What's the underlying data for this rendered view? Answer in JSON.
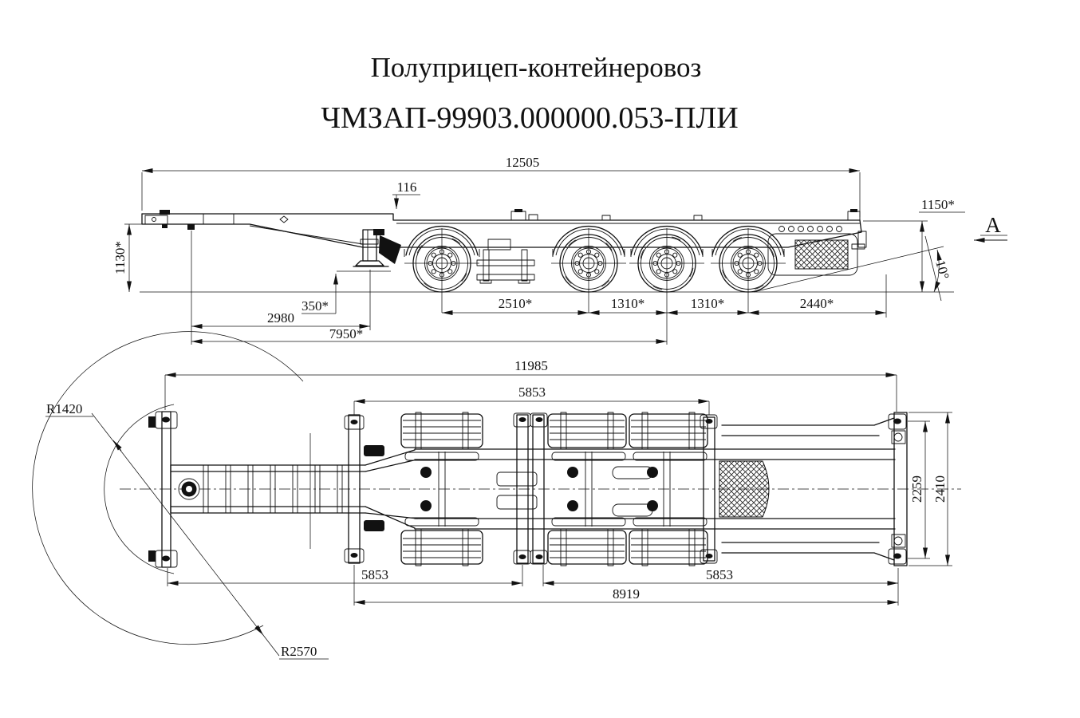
{
  "title": {
    "line1": "Полуприцеп-контейнеровоз",
    "line2": "ЧМЗАП-99903.000000.053-ПЛИ"
  },
  "side_view": {
    "view_label": "А",
    "dims": {
      "overall_length": "12505",
      "deck_step": "116",
      "rear_deck_height": "1150*",
      "front_deck_height": "1130*",
      "ground_clearance": "350*",
      "kingpin_to_legs": "2980",
      "kingpin_to_third_axle": "7950*",
      "axle_spacing_1": "2510*",
      "axle_spacing_2": "1310*",
      "axle_spacing_3": "1310*",
      "rear_overhang": "2440*",
      "departure_angle": "10°"
    }
  },
  "plan_view": {
    "dims": {
      "frame_length": "11985",
      "lock_span_top": "5853",
      "lock_span_left": "5853",
      "lock_span_right": "5853",
      "lock_span_total": "8919",
      "width_inner": "2259",
      "width_outer": "2410",
      "radius_front": "R1420",
      "radius_rear": "R2570"
    }
  }
}
